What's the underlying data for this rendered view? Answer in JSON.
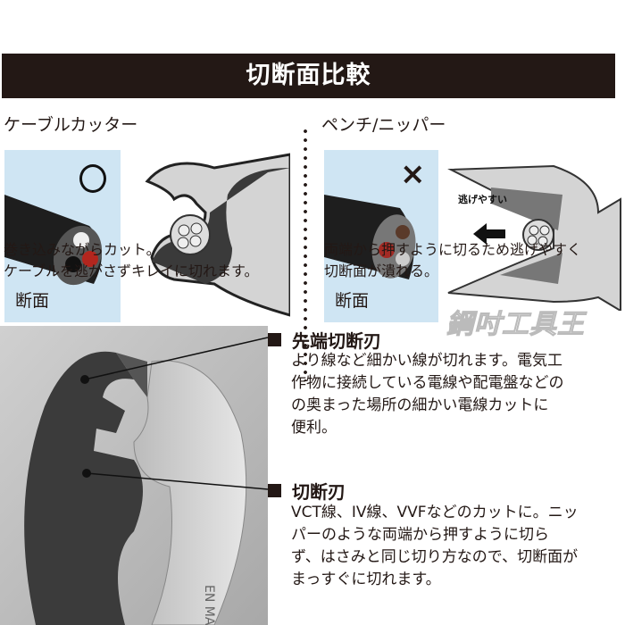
{
  "banner": {
    "title": "切断面比較"
  },
  "left": {
    "title": "ケーブルカッター",
    "mark": "○",
    "box_label": "断面",
    "desc": [
      "巻き込みながらカット。",
      "ケーブルを逃がさずキレイに切れます。"
    ]
  },
  "right": {
    "title": "ペンチ/ニッパー",
    "mark": "×",
    "box_label": "断面",
    "arrow_label": "逃げやすい",
    "desc": [
      "両端から押すように切るため逃げやすく",
      "切断面が潰れる。"
    ]
  },
  "watermark": "鋼吋工具王",
  "features": [
    {
      "title": "先端切断刃",
      "lines": [
        "より線など細かい線が切れます。電気工",
        "作物に接続している電線や配電盤などの",
        "の奥まった場所の細かい電線カットに",
        "便利。"
      ]
    },
    {
      "title": "切断刃",
      "lines": [
        "VCT線、IV線、VVFなどのカットに。ニッ",
        "パーのような両端から押すように切ら",
        "ず、はさみと同じ切り方なので、切断面が",
        "まっすぐに切れます。"
      ]
    }
  ],
  "photo": {
    "engraving": "EN MADE"
  },
  "colors": {
    "banner": "#231815",
    "box": "#cfe5f3",
    "text": "#231815"
  }
}
